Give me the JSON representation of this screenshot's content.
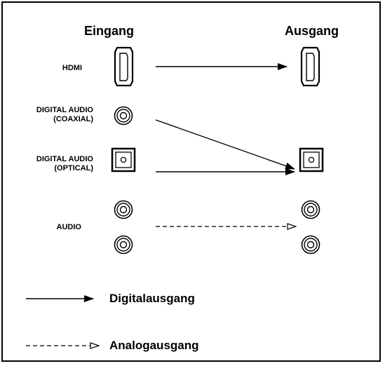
{
  "headers": {
    "input": "Eingang",
    "output": "Ausgang"
  },
  "rows": [
    {
      "label": "HDMI"
    },
    {
      "label_line1": "DIGITAL AUDIO",
      "label_line2": "(COAXIAL)"
    },
    {
      "label_line1": "DIGITAL AUDIO",
      "label_line2": "(OPTICAL)"
    },
    {
      "label": "AUDIO"
    }
  ],
  "legend": {
    "digital": "Digitalausgang",
    "analog": "Analogausgang"
  },
  "icons": {
    "hdmi": "hdmi-port-icon",
    "coaxial": "coaxial-jack-icon",
    "optical": "optical-port-icon",
    "rca": "rca-jack-icon"
  }
}
